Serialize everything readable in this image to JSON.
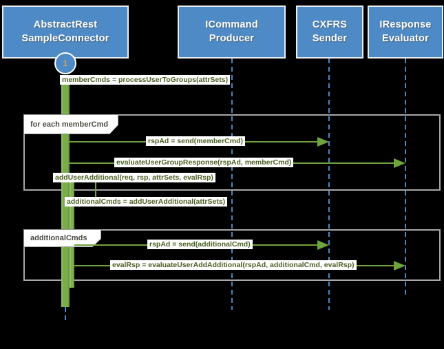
{
  "colors": {
    "background": "#000000",
    "participant_fill": "#4d8ac6",
    "participant_border": "#e9eef5",
    "lifeline": "#4f86bf",
    "activation": "#7aad49",
    "arrow": "#6fa33c",
    "message_text": "#4a5f23",
    "frame_border": "#a7a7a7",
    "frame_label_text": "#4b4b43",
    "badge_text": "#c9a469"
  },
  "participants": [
    {
      "line1": "AbstractRest",
      "line2": "SampleConnector"
    },
    {
      "line1": "ICommand",
      "line2": "Producer"
    },
    {
      "line1": "CXFRS",
      "line2": "Sender"
    },
    {
      "line1": "IResponse",
      "line2": "Evaluator"
    }
  ],
  "badge": "1",
  "frames": [
    {
      "label": "for each memberCmd"
    },
    {
      "label": "additionalCmds"
    }
  ],
  "messages": [
    {
      "text": "memberCmds = processUserToGroups(attrSets)"
    },
    {
      "text": "rspAd = send(memberCmd)"
    },
    {
      "text": "evaluateUserGroupResponse(rspAd, memberCmd)"
    },
    {
      "text": "addUserAdditional(req, rsp, attrSets, evalRsp)"
    },
    {
      "text": "additionalCmds = addUserAdditional(attrSets)"
    },
    {
      "text": "rspAd = send(additionalCmd)"
    },
    {
      "text": "evalRsp = evaluateUserAddAdditional(rspAd, additionalCmd, evalRsp)"
    }
  ]
}
